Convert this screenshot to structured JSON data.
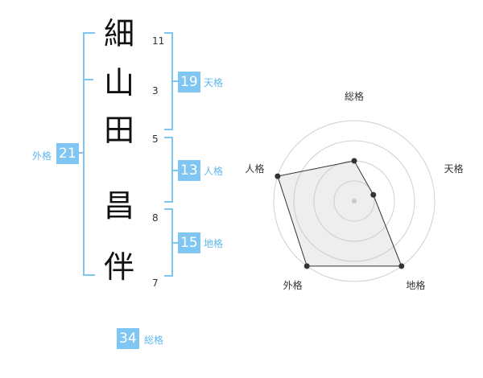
{
  "name": {
    "chars": [
      {
        "char": "細",
        "strokes": "11"
      },
      {
        "char": "山",
        "strokes": "3"
      },
      {
        "char": "田",
        "strokes": "5"
      },
      {
        "char": "昌",
        "strokes": "8"
      },
      {
        "char": "伴",
        "strokes": "7"
      }
    ]
  },
  "fortune": {
    "tenkaku": {
      "value": "19",
      "label": "天格"
    },
    "jinkaku": {
      "value": "13",
      "label": "人格"
    },
    "chikaku": {
      "value": "15",
      "label": "地格"
    },
    "gaikaku": {
      "value": "21",
      "label": "外格"
    },
    "soukaku": {
      "value": "34",
      "label": "総格"
    }
  },
  "accent_color": "#80c6f2",
  "chart_data": {
    "type": "radar",
    "categories": [
      "総格",
      "天格",
      "地格",
      "外格",
      "人格"
    ],
    "values": [
      2,
      1,
      4,
      4,
      4
    ],
    "rmax": 4,
    "rings": 4
  }
}
